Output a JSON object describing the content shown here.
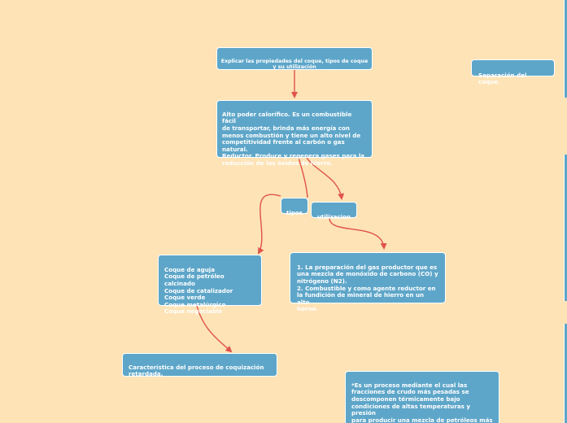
{
  "nodes": {
    "main_question": "Explicar las propiedades del coque, tipos de coque\ny su utilización",
    "separation": "Separación del coque.",
    "properties": "Alto poder calorífico. Es un combustible fácil\nde transportar, brinda más energía con\nmenos combustión y tiene un alto nivel de\ncompetitividad frente al carbón o gas\nnatural.\nReductor. Produce y regenera gases para la\nreducción de los óxidos de hierro.",
    "tipos": "tipos",
    "utilizacion": "utilizacion",
    "coke_types": "Coque de aguja\nCoque de petróleo calcinado\nCoque de catalizador\nCoque verde\nCoque metalúrgico\nCoque negociable",
    "uses": "1. La preparación del gas productor que es\nuna mezcla de monóxido de carbono (CO) y\nnitrógeno (N2).\n2. Combustible y como agente reductor en\nla fundición de mineral de hierro en un alto\nhorno.",
    "delayed_coking": "Característica del proceso de coquización\nretardada.",
    "process": "*Es un proceso mediante el cual las\nfracciones de crudo más pesadas se\ndescomponen térmicamente bajo\ncondiciones de altas temperaturas y presión\npara producir una mezcla de petróleos más\nlivianos y coque de petróleo.\n*Los petróleos más livianos se pueden"
  },
  "colors": {
    "background": "#fde3b6",
    "node_fill": "#5ea6c9",
    "node_border": "#ffffff",
    "edge": "#e0534a"
  }
}
